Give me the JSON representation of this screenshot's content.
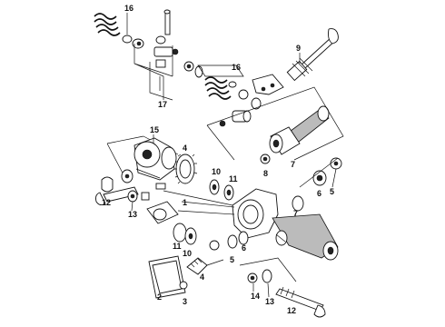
{
  "callouts": {
    "c16a": "16",
    "c17": "17",
    "c16b": "16",
    "c9": "9",
    "c7a": "7",
    "c8": "8",
    "c15": "15",
    "c4a": "4",
    "c10a": "10",
    "c11a": "11",
    "c6a": "6",
    "c5a": "5",
    "c12a": "12",
    "c13a": "13",
    "c1": "1",
    "c7b": "7",
    "c11b": "11",
    "c10b": "10",
    "c6b": "6",
    "c5b": "5",
    "c4b": "4",
    "c2": "2",
    "c3": "3",
    "c14": "14",
    "c13b": "13",
    "c12b": "12"
  }
}
